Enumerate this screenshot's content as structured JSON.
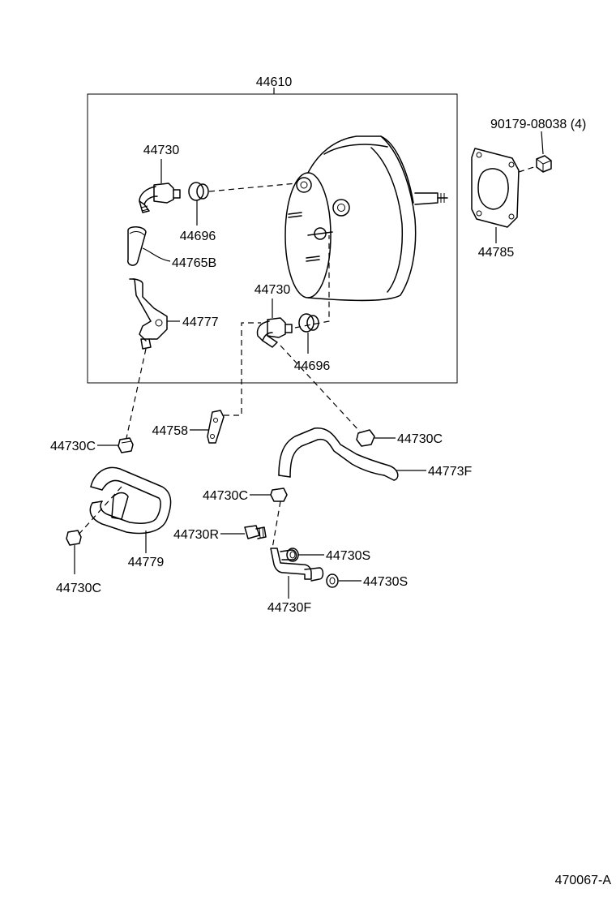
{
  "diagram": {
    "labels": {
      "assembly": "44610",
      "bolt_nut": "90179-08038 (4)",
      "gasket": "44785",
      "check_valve_upper": "44730",
      "grommet_upper": "44696",
      "hose_upper": "44765B",
      "bracket_left": "44777",
      "check_valve_lower": "44730",
      "grommet_lower": "44696",
      "clamp_bracket": "44758",
      "clip_left_upper": "44730C",
      "clip_right_upper": "44730C",
      "hose_right": "44773F",
      "clip_center": "44730C",
      "union_r": "44730R",
      "seal_s_upper": "44730S",
      "seal_s_lower": "44730S",
      "pipe_f": "44730F",
      "hose_left": "44779",
      "clip_left_lower": "44730C",
      "figure_code": "470067-A"
    }
  }
}
